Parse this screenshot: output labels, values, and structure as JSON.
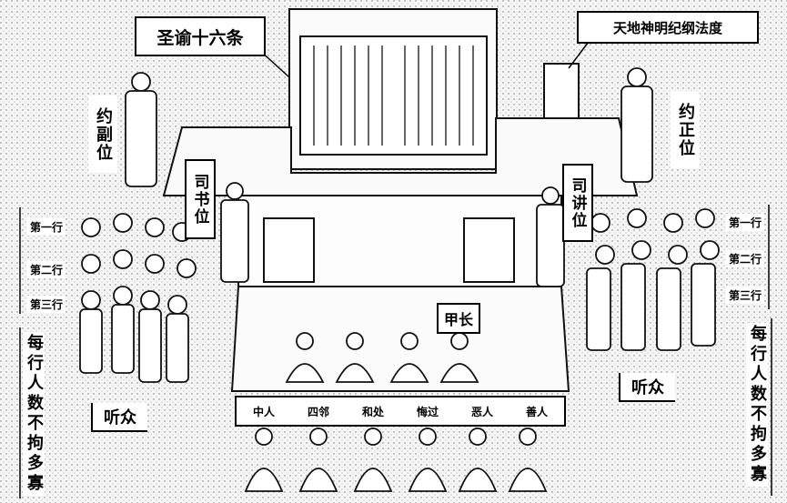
{
  "labels": {
    "edict": "圣谕十六条",
    "heaven_earth": "天地神明纪纲法度",
    "deputy_head": "约副位",
    "chief_head": "约正位",
    "scribe": "司书位",
    "lecturer": "司讲位",
    "jiazhang": "甲长",
    "audience_left": "听众",
    "audience_right": "听众",
    "rows_note_left": "每行人数不拘多寡",
    "rows_note_right": "每行人数不拘多寡"
  },
  "rows_left": [
    "第一行",
    "第二行",
    "第三行"
  ],
  "rows_right": [
    "第一行",
    "第二行",
    "第三行"
  ],
  "bottom_bar": [
    "中人",
    "四邻",
    "和处",
    "悔过",
    "恶人",
    "善人"
  ]
}
